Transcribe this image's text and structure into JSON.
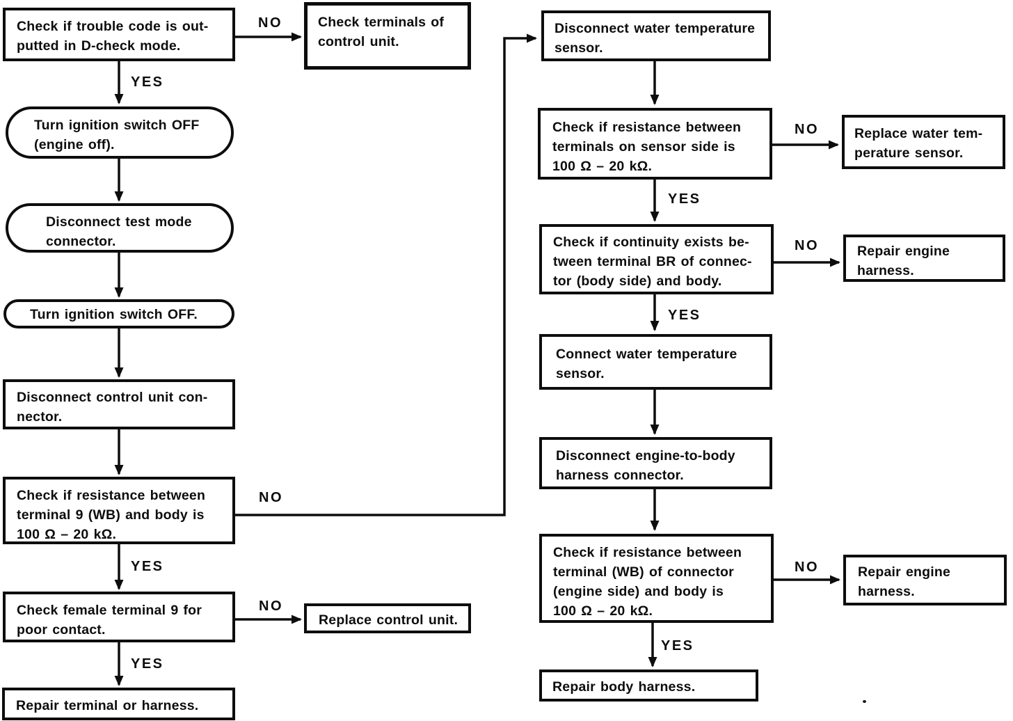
{
  "edge_labels": {
    "yes": "YES",
    "no": "NO"
  },
  "nodes": {
    "check_trouble_code": {
      "lines": [
        "Check if trouble code is out-",
        "putted in D-check mode."
      ]
    },
    "check_terminals": {
      "lines": [
        "Check terminals of",
        "control unit."
      ]
    },
    "ignition_off_engine": {
      "lines": [
        "Turn ignition switch OFF",
        "(engine off)."
      ]
    },
    "disconnect_test_mode": {
      "lines": [
        "Disconnect test mode",
        "connector."
      ]
    },
    "ignition_off": {
      "lines": [
        "Turn ignition switch OFF."
      ]
    },
    "disconnect_cu_connector": {
      "lines": [
        "Disconnect control unit con-",
        "nector."
      ]
    },
    "check_resistance_9wb": {
      "lines": [
        "Check if resistance between",
        "terminal 9 (WB) and body is",
        "100 Ω – 20 kΩ."
      ]
    },
    "check_female_terminal": {
      "lines": [
        "Check female terminal 9 for",
        "poor contact."
      ]
    },
    "replace_control_unit": {
      "lines": [
        "Replace control unit."
      ]
    },
    "repair_terminal_harness": {
      "lines": [
        "Repair terminal or harness."
      ]
    },
    "disconnect_wts": {
      "lines": [
        "Disconnect water temperature",
        "sensor."
      ]
    },
    "check_resistance_sensor": {
      "lines": [
        "Check if resistance between",
        "terminals on sensor side is",
        "100 Ω – 20 kΩ."
      ]
    },
    "replace_wts": {
      "lines": [
        "Replace water tem-",
        "perature sensor."
      ]
    },
    "check_continuity_br": {
      "lines": [
        "Check if continuity exists be-",
        "tween terminal BR of connec-",
        "tor (body side) and body."
      ]
    },
    "repair_engine_harness_1": {
      "lines": [
        "Repair engine",
        "harness."
      ]
    },
    "connect_wts": {
      "lines": [
        "Connect water temperature",
        "sensor."
      ]
    },
    "disconnect_e2b": {
      "lines": [
        "Disconnect engine-to-body",
        "harness connector."
      ]
    },
    "check_resistance_wb_engine": {
      "lines": [
        "Check if resistance between",
        "terminal (WB) of connector",
        "(engine side) and body is",
        "100 Ω – 20 kΩ."
      ]
    },
    "repair_engine_harness_2": {
      "lines": [
        "Repair engine",
        "harness."
      ]
    },
    "repair_body_harness": {
      "lines": [
        "Repair body harness."
      ]
    }
  }
}
